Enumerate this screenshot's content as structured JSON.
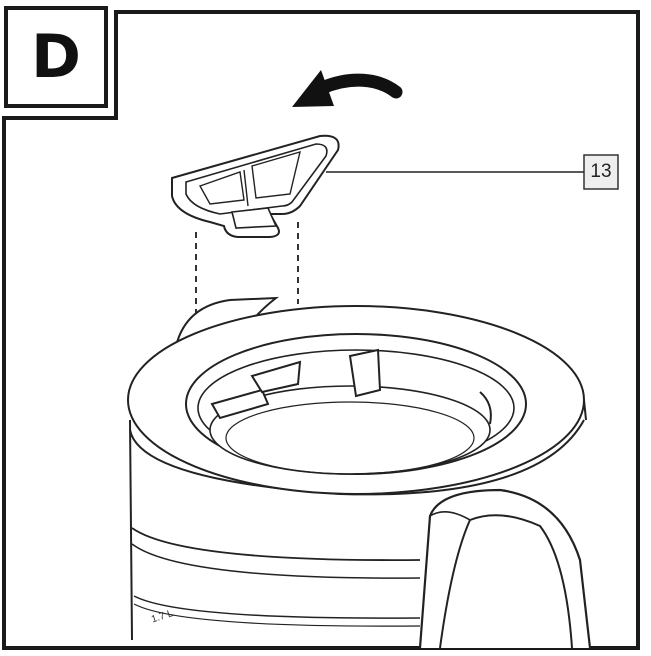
{
  "step": {
    "letter": "D"
  },
  "callout": {
    "number": "13"
  },
  "kettle": {
    "capacity_label": "1.7 L"
  },
  "icons": {
    "rotation_arrow": "curved-arrow-icon",
    "part": "lid-filter-icon",
    "kettle": "kettle-icon"
  }
}
